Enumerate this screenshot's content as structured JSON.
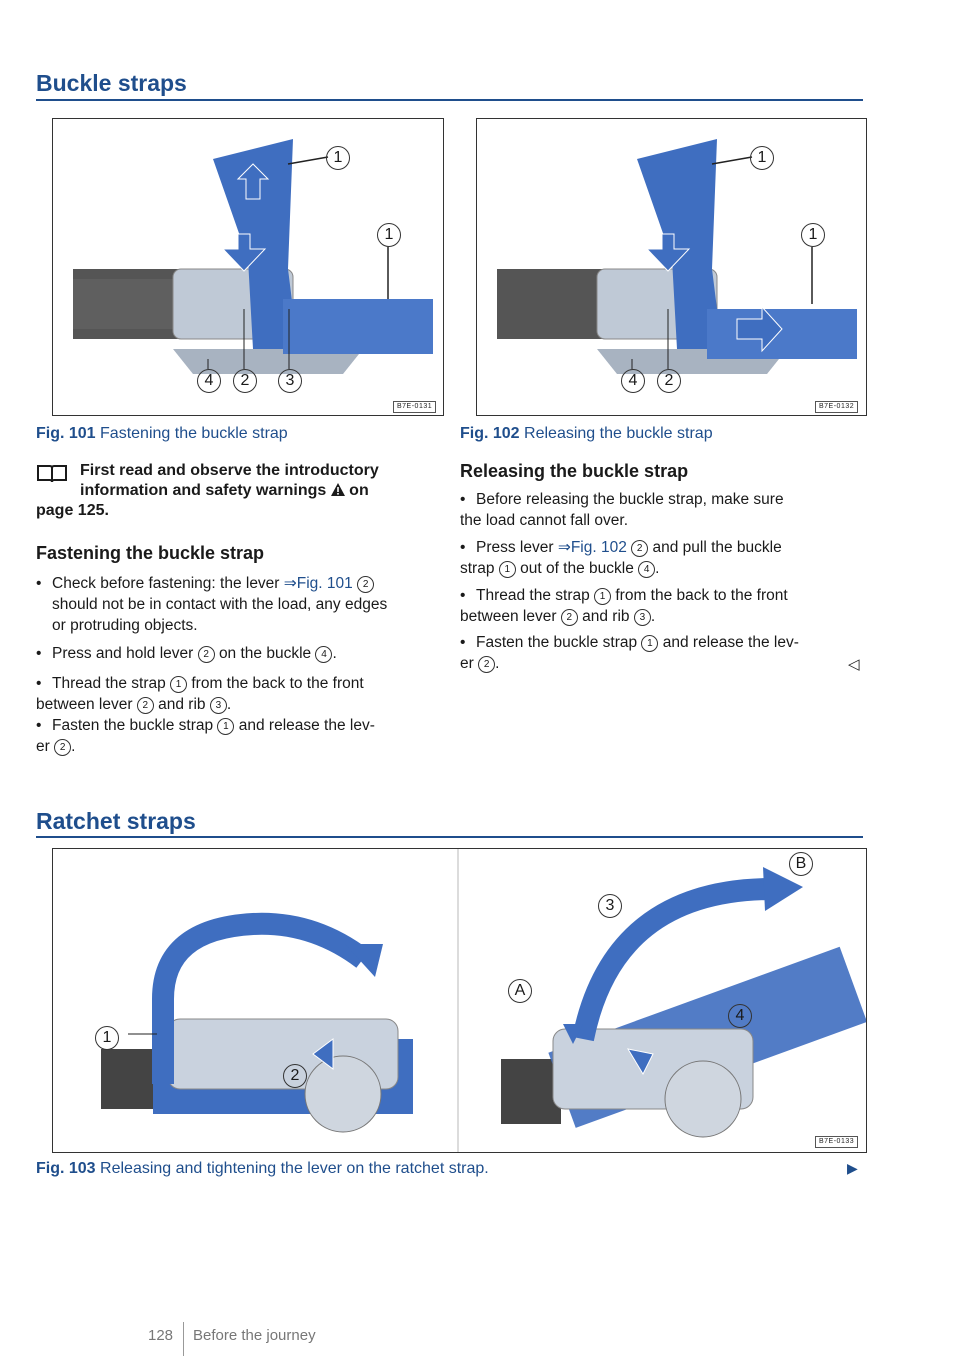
{
  "page": {
    "section1_title": "Buckle straps",
    "section2_title": "Ratchet straps",
    "page_number": "128",
    "footer_text": "Before the journey"
  },
  "fig101": {
    "code": "B7E-0131",
    "num": "Fig. 101",
    "text": "Fastening the buckle strap",
    "callouts": [
      "1",
      "1",
      "4",
      "2",
      "3"
    ]
  },
  "fig102": {
    "code": "B7E-0132",
    "num": "Fig. 102",
    "text": "Releasing the buckle strap",
    "callouts": [
      "1",
      "1",
      "4",
      "2"
    ]
  },
  "fig103": {
    "code": "B7E-0133",
    "num": "Fig. 103",
    "text": "Releasing and tightening the lever on the ratchet strap.",
    "callouts_left": [
      "1",
      "2"
    ],
    "callouts_right": [
      "B",
      "3",
      "A",
      "4"
    ]
  },
  "intro": {
    "line1": "First read and observe the introductory",
    "line2": "information and safety warnings",
    "line2_end": "on",
    "line3": "page 125."
  },
  "fasten": {
    "heading": "Fastening the buckle strap",
    "b1_l1_a": "Check before fastening: the lever",
    "b1_l1_ref": "⇒Fig. 101",
    "b1_l1_n": "2",
    "b1_l2": "should not be in contact with the load, any edges",
    "b1_l3": "or protruding objects.",
    "b2_a": "Press and hold lever",
    "b2_n1": "2",
    "b2_b": "on the buckle",
    "b2_n2": "4",
    "b3_a": "Thread the strap",
    "b3_n1": "1",
    "b3_b": "from the back to the front",
    "b3_l2_a": "between lever",
    "b3_n2": "2",
    "b3_l2_b": "and rib",
    "b3_n3": "3",
    "b4_a": "Fasten the buckle strap",
    "b4_n1": "1",
    "b4_b": "and release the lev-",
    "b4_l2": "er",
    "b4_n2": "2"
  },
  "release": {
    "heading": "Releasing the buckle strap",
    "b1_l1": "Before releasing the buckle strap, make sure",
    "b1_l2": "the load cannot fall over.",
    "b2_a": "Press lever",
    "b2_ref": "⇒Fig. 102",
    "b2_n1": "2",
    "b2_b": "and pull the buckle",
    "b2_l2_a": "strap",
    "b2_n2": "1",
    "b2_l2_b": "out of the buckle",
    "b2_n3": "4",
    "b3_a": "Thread the strap",
    "b3_n1": "1",
    "b3_b": "from the back to the front",
    "b3_l2_a": "between lever",
    "b3_n2": "2",
    "b3_l2_b": "and rib",
    "b3_n3": "3",
    "b4_a": "Fasten the buckle strap",
    "b4_n1": "1",
    "b4_b": "and release the lev-",
    "b4_l2": "er",
    "b4_n2": "2",
    "end_mark": "◁"
  },
  "continue_mark": "▶",
  "colors": {
    "accent": "#1f4e8c",
    "strap": "#3f6ec0",
    "belt": "#555555"
  }
}
